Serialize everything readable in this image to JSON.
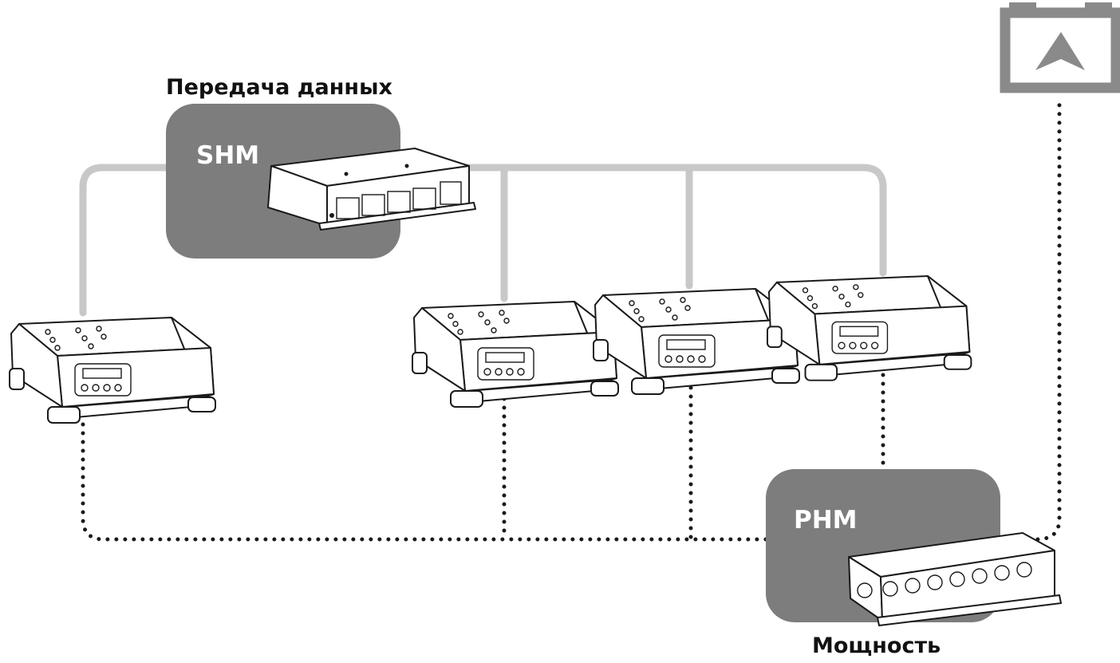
{
  "labels": {
    "data_transfer": "Передача данных",
    "power": "Мощность",
    "shm": "SHM",
    "phm": "PHM"
  },
  "colors": {
    "data_bus": "#c8c8c8",
    "module_box": "#7d7d7d",
    "power_line": "#1a1a1a",
    "battery": "#8a8a8a"
  },
  "icons": [
    "battery-icon",
    "charger-unit",
    "shm-module",
    "phm-module"
  ]
}
